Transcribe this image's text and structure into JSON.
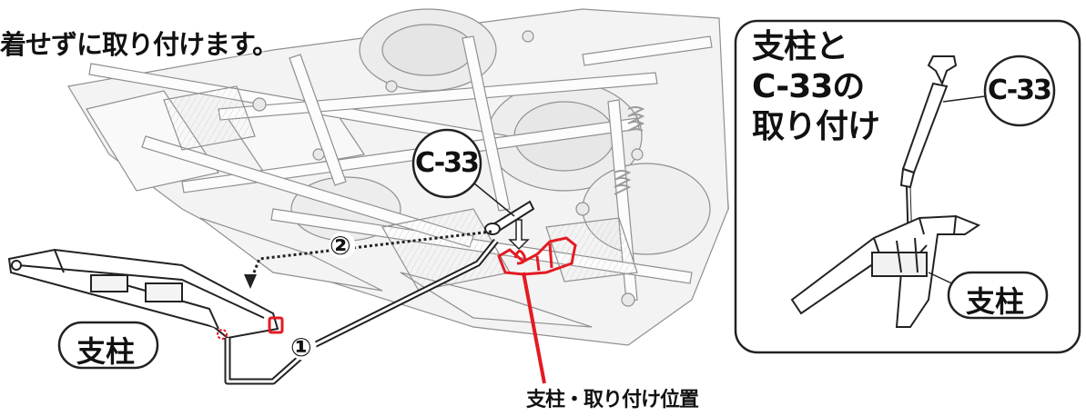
{
  "instruction": "着せずに取り付けます。",
  "main": {
    "part_badge": "C-33",
    "part_label": "支柱",
    "step1": "①",
    "step2": "②",
    "mount_location": "支柱・取り付け位置"
  },
  "inset": {
    "title_lines": [
      "支柱と",
      "C-33の",
      "取り付け"
    ],
    "part_badge": "C-33",
    "part_label": "支柱"
  },
  "colors": {
    "highlight": "#e31b23",
    "line": "#222222"
  }
}
